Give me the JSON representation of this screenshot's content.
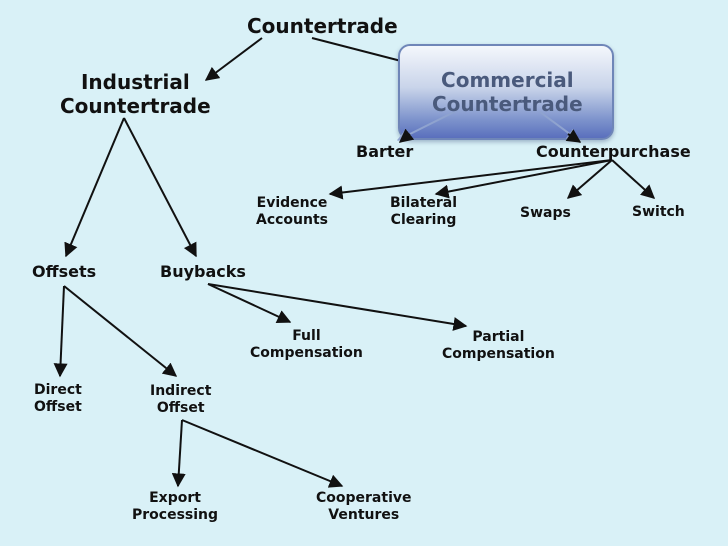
{
  "nodes": {
    "countertrade": "Countertrade",
    "industrial": [
      "Industrial",
      "Countertrade"
    ],
    "commercial": [
      "Commercial",
      "Countertrade"
    ],
    "barter": "Barter",
    "counterpurchase": "Counterpurchase",
    "evidence_accounts": [
      "Evidence",
      "Accounts"
    ],
    "bilateral_clearing": [
      "Bilateral",
      "Clearing"
    ],
    "swaps": "Swaps",
    "switch": "Switch",
    "offsets": "Offsets",
    "buybacks": "Buybacks",
    "full_compensation": [
      "Full",
      "Compensation"
    ],
    "partial_compensation": [
      "Partial",
      "Compensation"
    ],
    "direct_offset": [
      "Direct",
      "Offset"
    ],
    "indirect_offset": [
      "Indirect",
      "Offset"
    ],
    "export_processing": [
      "Export",
      "Processing"
    ],
    "cooperative_ventures": [
      "Cooperative",
      "Ventures"
    ]
  },
  "colors": {
    "background": "#d9f1f7",
    "highlight_top": "#f4f7fc",
    "highlight_bottom": "#5a6fbd",
    "edge": "#111111"
  }
}
